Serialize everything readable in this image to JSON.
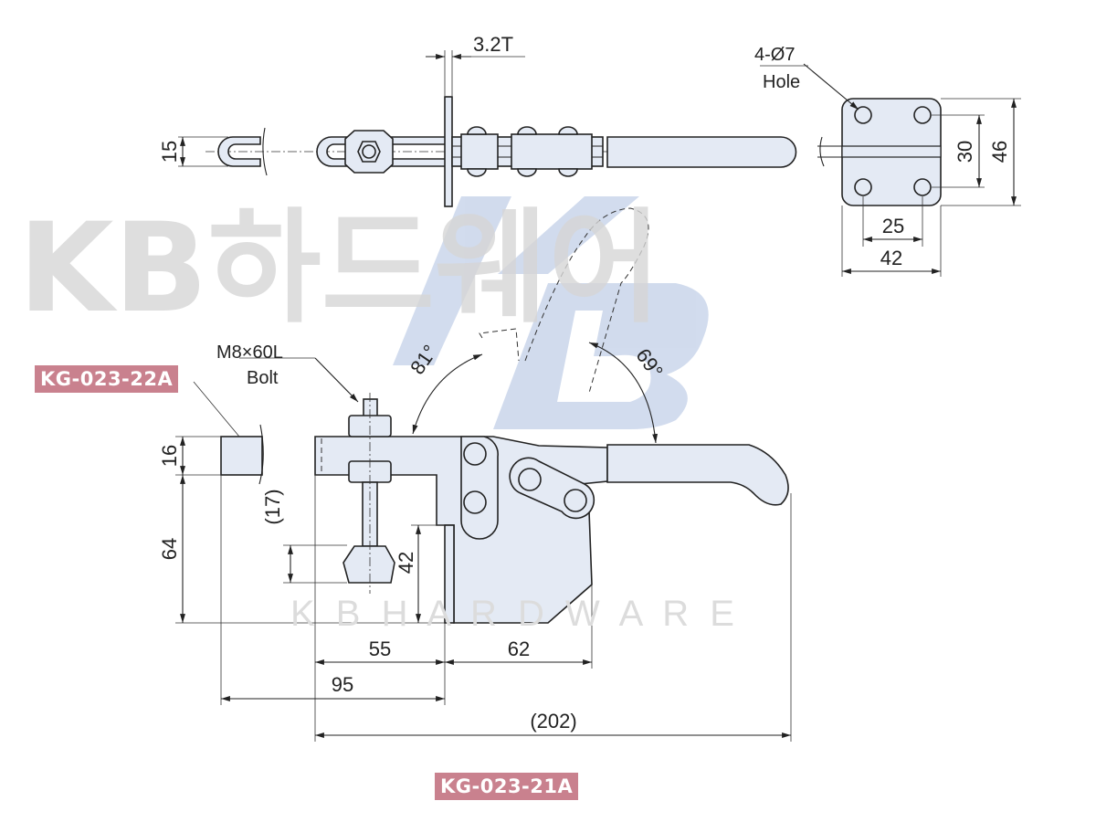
{
  "models": {
    "upper": "KG-023-22A",
    "lower": "KG-023-21A"
  },
  "watermark": {
    "logo": "KB",
    "korean": "KB하드웨어",
    "english": "K B H A R D W A R E"
  },
  "notes": {
    "bolt_spec": "M8×60L",
    "bolt_label": "Bolt",
    "hole_spec": "4-Ø7",
    "hole_label": "Hole",
    "thickness": "3.2T"
  },
  "dimensions": {
    "top_u_height": "15",
    "plate_hole_pitch_v": "30",
    "plate_height": "46",
    "plate_hole_pitch_h": "25",
    "plate_width": "42",
    "arm_height": "16",
    "base_height": "64",
    "spindle_ref": "(17)",
    "spindle_height": "42",
    "base_to_pivot": "55",
    "pivot_to_end": "62",
    "arm_length": "95",
    "overall_length": "(202)",
    "open_angle": "81°",
    "handle_angle": "69°"
  },
  "colors": {
    "part_fill": "#e4eaf4",
    "tag_bg": "#c9818e",
    "logo": "#c8d4ea"
  }
}
